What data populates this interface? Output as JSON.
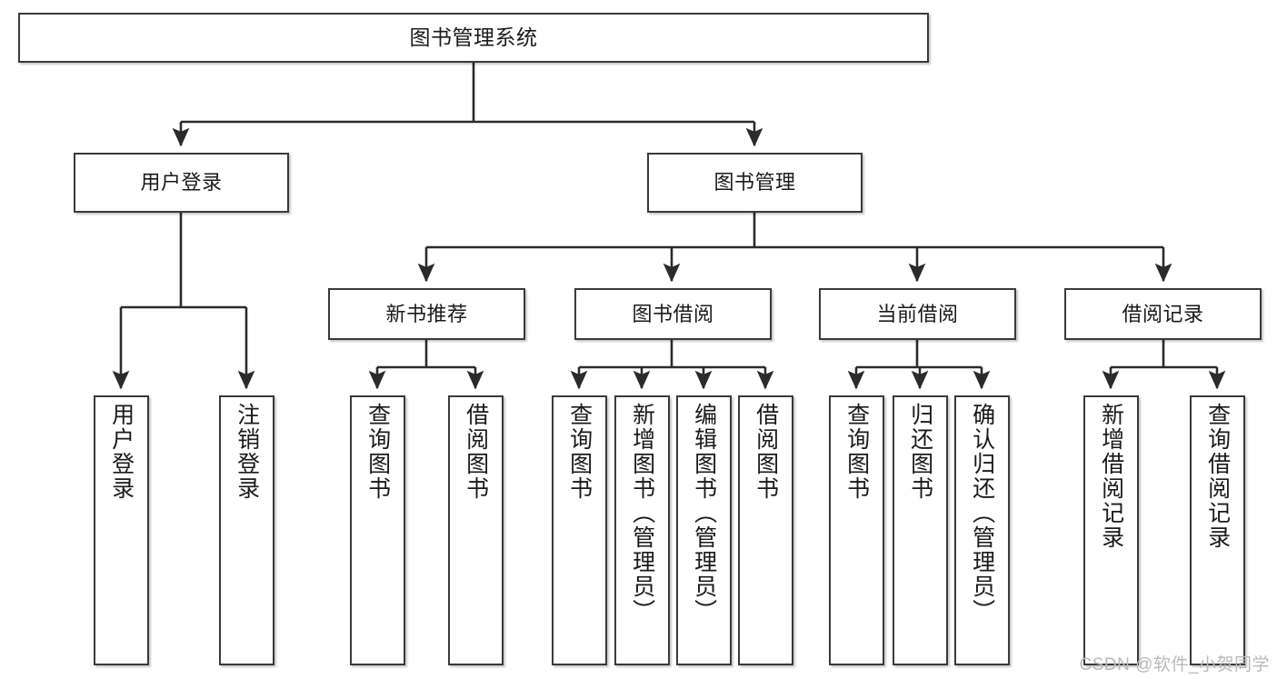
{
  "diagram": {
    "title": "图书管理系统",
    "type": "tree-hierarchy",
    "watermark": "CSDN @软件_小贺同学",
    "nodes": {
      "root": {
        "label": "图书管理系统"
      },
      "level2": [
        {
          "id": "user-login",
          "label": "用户登录"
        },
        {
          "id": "book-manage",
          "label": "图书管理"
        }
      ],
      "level3": [
        {
          "id": "new-book-recommend",
          "label": "新书推荐"
        },
        {
          "id": "book-borrow",
          "label": "图书借阅"
        },
        {
          "id": "current-borrow",
          "label": "当前借阅"
        },
        {
          "id": "borrow-record",
          "label": "借阅记录"
        }
      ],
      "leaves": {
        "user-login": [
          {
            "id": "leaf-user-login",
            "label": "用户登录"
          },
          {
            "id": "leaf-logout-login",
            "label": "注销登录"
          }
        ],
        "new-book-recommend": [
          {
            "id": "leaf-query-book-1",
            "label": "查询图书"
          },
          {
            "id": "leaf-borrow-book-1",
            "label": "借阅图书"
          }
        ],
        "book-borrow": [
          {
            "id": "leaf-query-book-2",
            "label": "查询图书"
          },
          {
            "id": "leaf-add-book",
            "label": "新增图书（管理员）"
          },
          {
            "id": "leaf-edit-book",
            "label": "编辑图书（管理员）"
          },
          {
            "id": "leaf-borrow-book-2",
            "label": "借阅图书"
          }
        ],
        "current-borrow": [
          {
            "id": "leaf-query-book-3",
            "label": "查询图书"
          },
          {
            "id": "leaf-return-book",
            "label": "归还图书"
          },
          {
            "id": "leaf-confirm-return",
            "label": "确认归还（管理员）"
          }
        ],
        "borrow-record": [
          {
            "id": "leaf-add-record",
            "label": "新增借阅记录"
          },
          {
            "id": "leaf-query-record",
            "label": "查询借阅记录"
          }
        ]
      }
    },
    "colors": {
      "box_border": "#3a3a3a",
      "box_fill": "#ffffff",
      "edge": "#2b2b2b",
      "text": "#1a1a1a",
      "watermark": "#b9b9b9"
    }
  }
}
